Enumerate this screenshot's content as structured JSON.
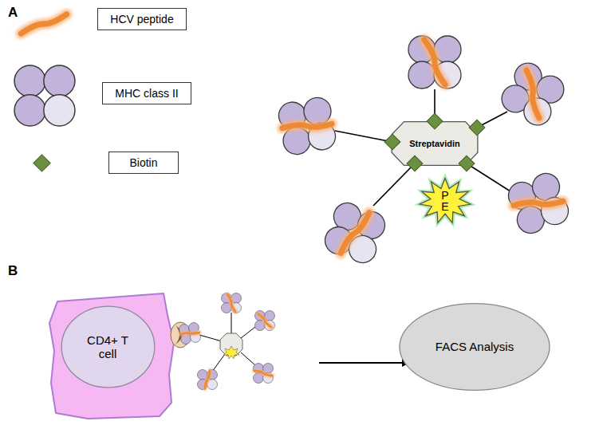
{
  "diagram": {
    "nodes": [
      {
        "text": [
          "HCV peptide"
        ]
      },
      {
        "text": [
          "MHC class II"
        ]
      },
      {
        "text": [
          "Biotin"
        ]
      },
      {
        "text": [
          "Streptavidin"
        ]
      },
      {
        "text": [
          "P E"
        ]
      },
      {
        "text": [
          "CD4+ T cell"
        ]
      },
      {
        "text": [
          "FACS Analysis"
        ]
      }
    ],
    "labels": [
      "A",
      "B"
    ]
  }
}
